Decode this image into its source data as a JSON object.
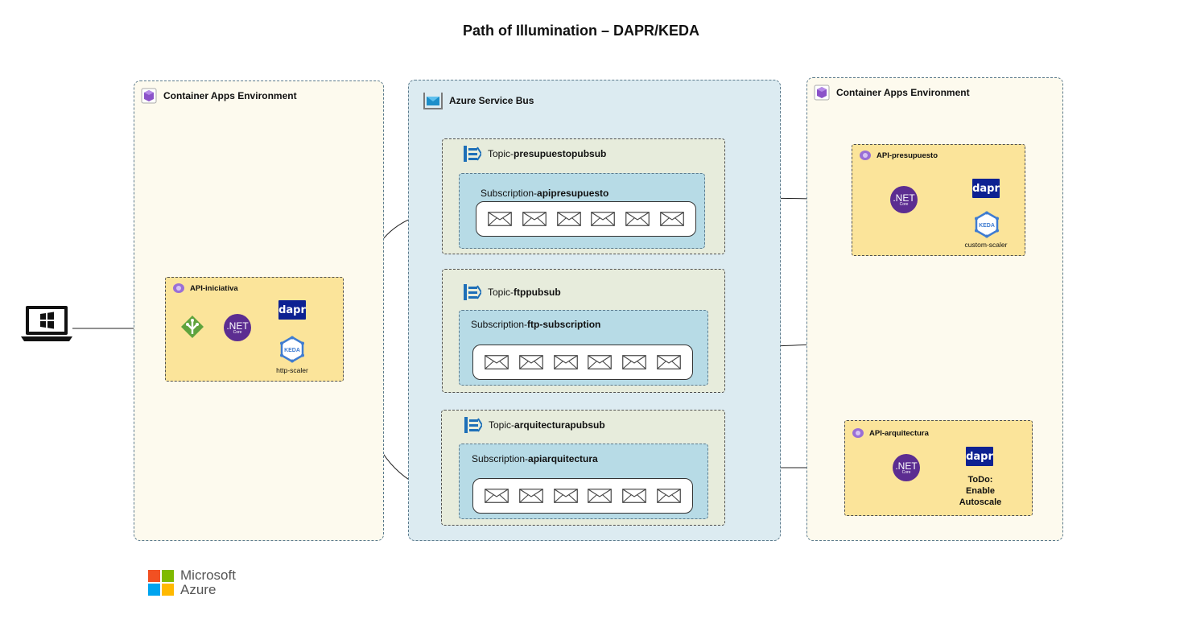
{
  "title": "Path of Illumination – DAPR/KEDA",
  "left_env": {
    "label": "Container Apps Environment"
  },
  "right_env": {
    "label": "Container Apps Environment"
  },
  "service_bus": {
    "label": "Azure Service Bus"
  },
  "topics": [
    {
      "prefix": "Topic-",
      "name": "presupuestopubsub",
      "sub_prefix": "Subscription-",
      "sub_name": "apipresupuesto",
      "messages": 6
    },
    {
      "prefix": "Topic-",
      "name": "ftppubsub",
      "sub_prefix": "Subscription-",
      "sub_name": "ftp-subscription",
      "messages": 6
    },
    {
      "prefix": "Topic-",
      "name": "arquitecturapubsub",
      "sub_prefix": "Subscription-",
      "sub_name": "apiarquitectura",
      "messages": 6
    }
  ],
  "apis": {
    "iniciativa": {
      "label": "API-iniciativa",
      "net": ".NET",
      "net_sub": "Core",
      "dapr": "dapr",
      "keda": "KEDA",
      "scaler": "http-scaler"
    },
    "presupuesto": {
      "label": "API-presupuesto",
      "net": ".NET",
      "net_sub": "Core",
      "dapr": "dapr",
      "keda": "KEDA",
      "scaler": "custom-scaler"
    },
    "arquitectura": {
      "label": "API-arquitectura",
      "net": ".NET",
      "net_sub": "Core",
      "dapr": "dapr",
      "todo": [
        "ToDo:",
        "Enable",
        "Autoscale"
      ]
    }
  },
  "client": {
    "icon": "laptop-windows-icon"
  },
  "brand": {
    "line1": "Microsoft",
    "line2": "Azure",
    "colors": [
      "#f25022",
      "#7fba00",
      "#00a4ef",
      "#ffb900"
    ]
  }
}
